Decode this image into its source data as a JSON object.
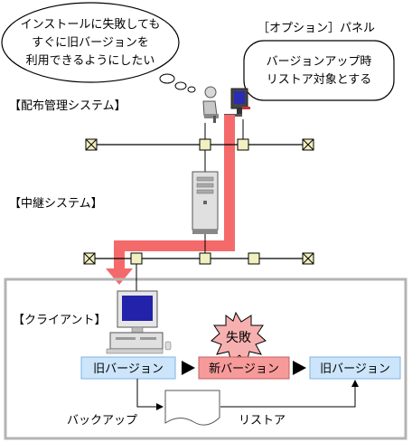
{
  "bubble": {
    "line1": "インストールに失敗しても",
    "line2": "すぐに旧バージョンを",
    "line3": "利用できるようにしたい"
  },
  "option_panel": {
    "title": "［オプション］パネル",
    "line1": "バージョンアップ時",
    "line2": "リストア対象とする"
  },
  "sections": {
    "distribution": "【配布管理システム】",
    "relay": "【中継システム】",
    "client": "【クライアント】"
  },
  "versions": {
    "old_left": "旧バージョン",
    "new": "新バージョン",
    "old_right": "旧バージョン"
  },
  "failure": "失敗",
  "labels": {
    "backup": "バックアップ",
    "restore": "リストア"
  },
  "colors": {
    "flow_arrow": "#f46a6a",
    "old_version_fill": "#cce5fb",
    "new_version_fill": "#f79a9a",
    "node_fill": "#f2f0c0",
    "client_frame": "#b4b4b4",
    "starburst": "#f7b0b0"
  },
  "icons": [
    "user-at-pc-icon",
    "server-tower-icon",
    "client-pc-icon",
    "document-icon",
    "starburst-icon"
  ]
}
